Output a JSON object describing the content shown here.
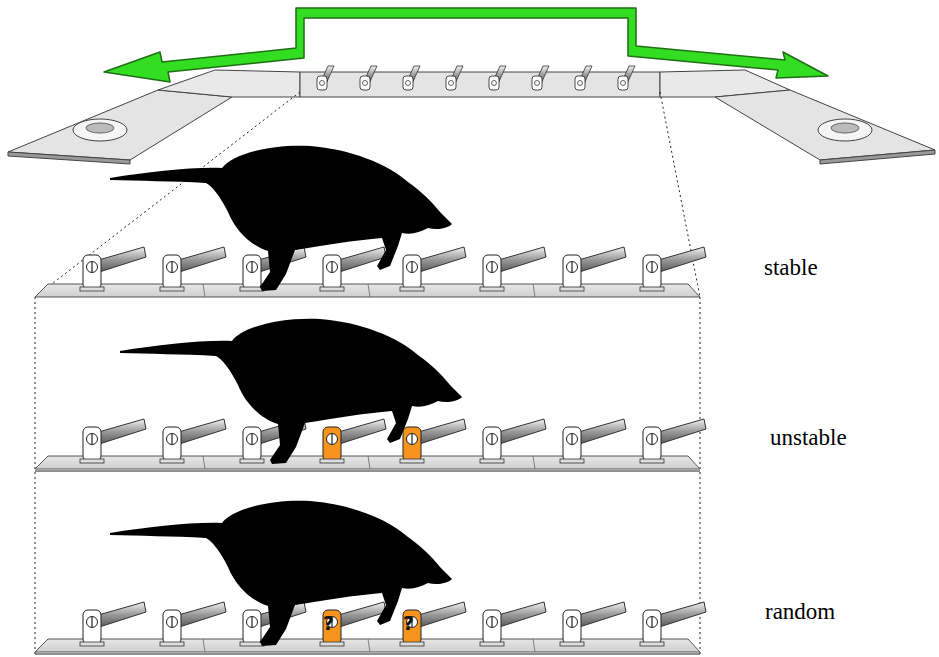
{
  "diagram": {
    "nodes": [
      {
        "text": [
          "stable"
        ]
      },
      {
        "text": [
          "unstable"
        ]
      },
      {
        "text": [
          "random"
        ]
      }
    ],
    "labels": [
      "?",
      "?"
    ]
  }
}
